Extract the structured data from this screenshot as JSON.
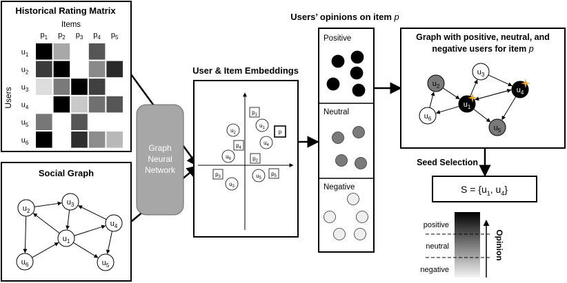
{
  "rating_matrix": {
    "title": "Historical Rating Matrix",
    "items_label": "Items",
    "users_label": "Users",
    "col_labels": [
      [
        "p",
        "1"
      ],
      [
        "p",
        "2"
      ],
      [
        "p",
        "3"
      ],
      [
        "p",
        "4"
      ],
      [
        "p",
        "5"
      ]
    ],
    "row_labels": [
      [
        "u",
        "1"
      ],
      [
        "u",
        "2"
      ],
      [
        "u",
        "3"
      ],
      [
        "u",
        "4"
      ],
      [
        "u",
        "5"
      ],
      [
        "u",
        "6"
      ]
    ],
    "cells": [
      [
        "#000000",
        "#a8a8a8",
        null,
        "#555555",
        null
      ],
      [
        "#3a3a3a",
        "#000000",
        null,
        "#8a8a8a",
        "#2a2a2a"
      ],
      [
        "#dcdcdc",
        "#7a7a7a",
        "#000000",
        "#404040",
        null
      ],
      [
        null,
        "#000000",
        "#c8c8c8",
        "#707070",
        "#555555"
      ],
      [
        "#777777",
        null,
        "#555555",
        null,
        null
      ],
      [
        "#000000",
        null,
        "#2e2e2e",
        "#8c8c8c",
        "#b8b8b8"
      ]
    ]
  },
  "social_graph": {
    "title": "Social Graph",
    "nodes": [
      {
        "id": "u2",
        "base": "u",
        "sub": "2"
      },
      {
        "id": "u3",
        "base": "u",
        "sub": "3"
      },
      {
        "id": "u4",
        "base": "u",
        "sub": "4"
      },
      {
        "id": "u1",
        "base": "u",
        "sub": "1"
      },
      {
        "id": "u6",
        "base": "u",
        "sub": "6"
      },
      {
        "id": "u5",
        "base": "u",
        "sub": "5"
      }
    ]
  },
  "gnn": {
    "lines": [
      "Graph",
      "Neural",
      "Network"
    ]
  },
  "embeddings": {
    "title": "User & Item Embeddings",
    "users": [
      {
        "base": "u",
        "sub": "2"
      },
      {
        "base": "u",
        "sub": "1"
      },
      {
        "base": "u",
        "sub": "4"
      },
      {
        "base": "u",
        "sub": "6"
      },
      {
        "base": "u",
        "sub": "5"
      },
      {
        "base": "u",
        "sub": "3"
      }
    ],
    "items": [
      {
        "base": "p",
        "sub": "1"
      },
      {
        "base": "p",
        "sub": ""
      },
      {
        "base": "p",
        "sub": "4"
      },
      {
        "base": "p",
        "sub": "2"
      },
      {
        "base": "p",
        "sub": "3"
      },
      {
        "base": "p",
        "sub": "5"
      }
    ]
  },
  "opinions": {
    "title_prefix": "Users’ opinions on item ",
    "title_item": "p",
    "positive_label": "Positive",
    "neutral_label": "Neutral",
    "negative_label": "Negative",
    "colors": {
      "positive": "#000000",
      "neutral": "#7a7a7a",
      "negative": "#eeeeee"
    }
  },
  "opinion_graph": {
    "title_line1": "Graph with positive, neutral, and",
    "title_line2_prefix": "negative users for item ",
    "title_item": "p",
    "nodes": [
      {
        "base": "u",
        "sub": "2",
        "opinion": "neutral"
      },
      {
        "base": "u",
        "sub": "3",
        "opinion": "negative"
      },
      {
        "base": "u",
        "sub": "4",
        "opinion": "positive"
      },
      {
        "base": "u",
        "sub": "1",
        "opinion": "positive"
      },
      {
        "base": "u",
        "sub": "6",
        "opinion": "negative"
      },
      {
        "base": "u",
        "sub": "5",
        "opinion": "neutral"
      }
    ],
    "star_color": "#f5a623"
  },
  "seed_selection": {
    "label": "Seed Selection",
    "formula_prefix": "S = {u",
    "sub1": "1",
    "mid": ", u",
    "sub2": "4",
    "suffix": "}"
  },
  "opinion_legend": {
    "axis_label": "Opinion",
    "levels": [
      "positive",
      "neutral",
      "negative"
    ]
  }
}
